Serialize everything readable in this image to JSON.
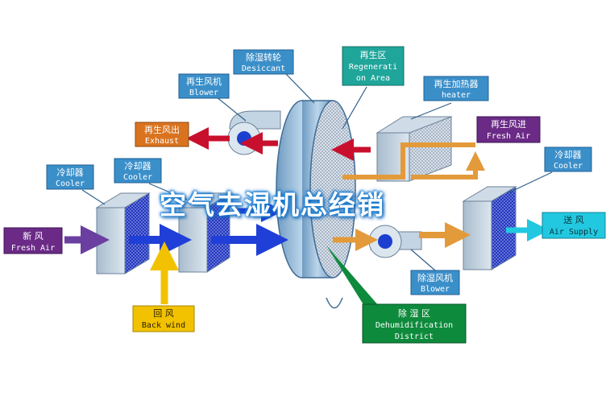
{
  "title_overlay": "空气去湿机总经销",
  "labels": {
    "desiccant": {
      "cn": "除湿转轮",
      "en": "Desiccant"
    },
    "regen_area": {
      "cn": "再生区",
      "en1": "Regenerati",
      "en2": "on Area"
    },
    "regen_blower": {
      "cn": "再生风机",
      "en": "Blower"
    },
    "regen_heater": {
      "cn": "再生加热器",
      "en": "heater"
    },
    "exhaust": {
      "cn": "再生风出",
      "en": "Exhaust"
    },
    "regen_fresh": {
      "cn": "再生风进",
      "en": "Fresh Air"
    },
    "cooler1": {
      "cn": "冷却器",
      "en": "Cooler"
    },
    "cooler2": {
      "cn": "冷却器",
      "en": "Cooler"
    },
    "cooler3": {
      "cn": "冷却器",
      "en": "Cooler"
    },
    "fresh_air": {
      "cn": "新    风",
      "en": "Fresh Air"
    },
    "air_supply": {
      "cn": "送  风",
      "en": "Air Supply"
    },
    "back_wind": {
      "cn": "回    风",
      "en": "Back wind"
    },
    "dehum_blower": {
      "cn": "除湿风机",
      "en": "Blower"
    },
    "dehum_district": {
      "cn": "除    湿    区",
      "en1": "Dehumidification",
      "en2": "District"
    }
  },
  "colors": {
    "label_blue": "#3b8fc9",
    "exhaust_orange": "#d9731f",
    "regen_purple": "#6a2a86",
    "supply_cyan": "#22c8e0",
    "back_yellow": "#f2c200",
    "district_green": "#0e8a3c",
    "regen_area_teal": "#1fa59a",
    "arrow_blue": "#1f3fd8",
    "arrow_red": "#c8102e",
    "arrow_orange": "#e39a3a",
    "arrow_purple": "#6a3fa0"
  }
}
